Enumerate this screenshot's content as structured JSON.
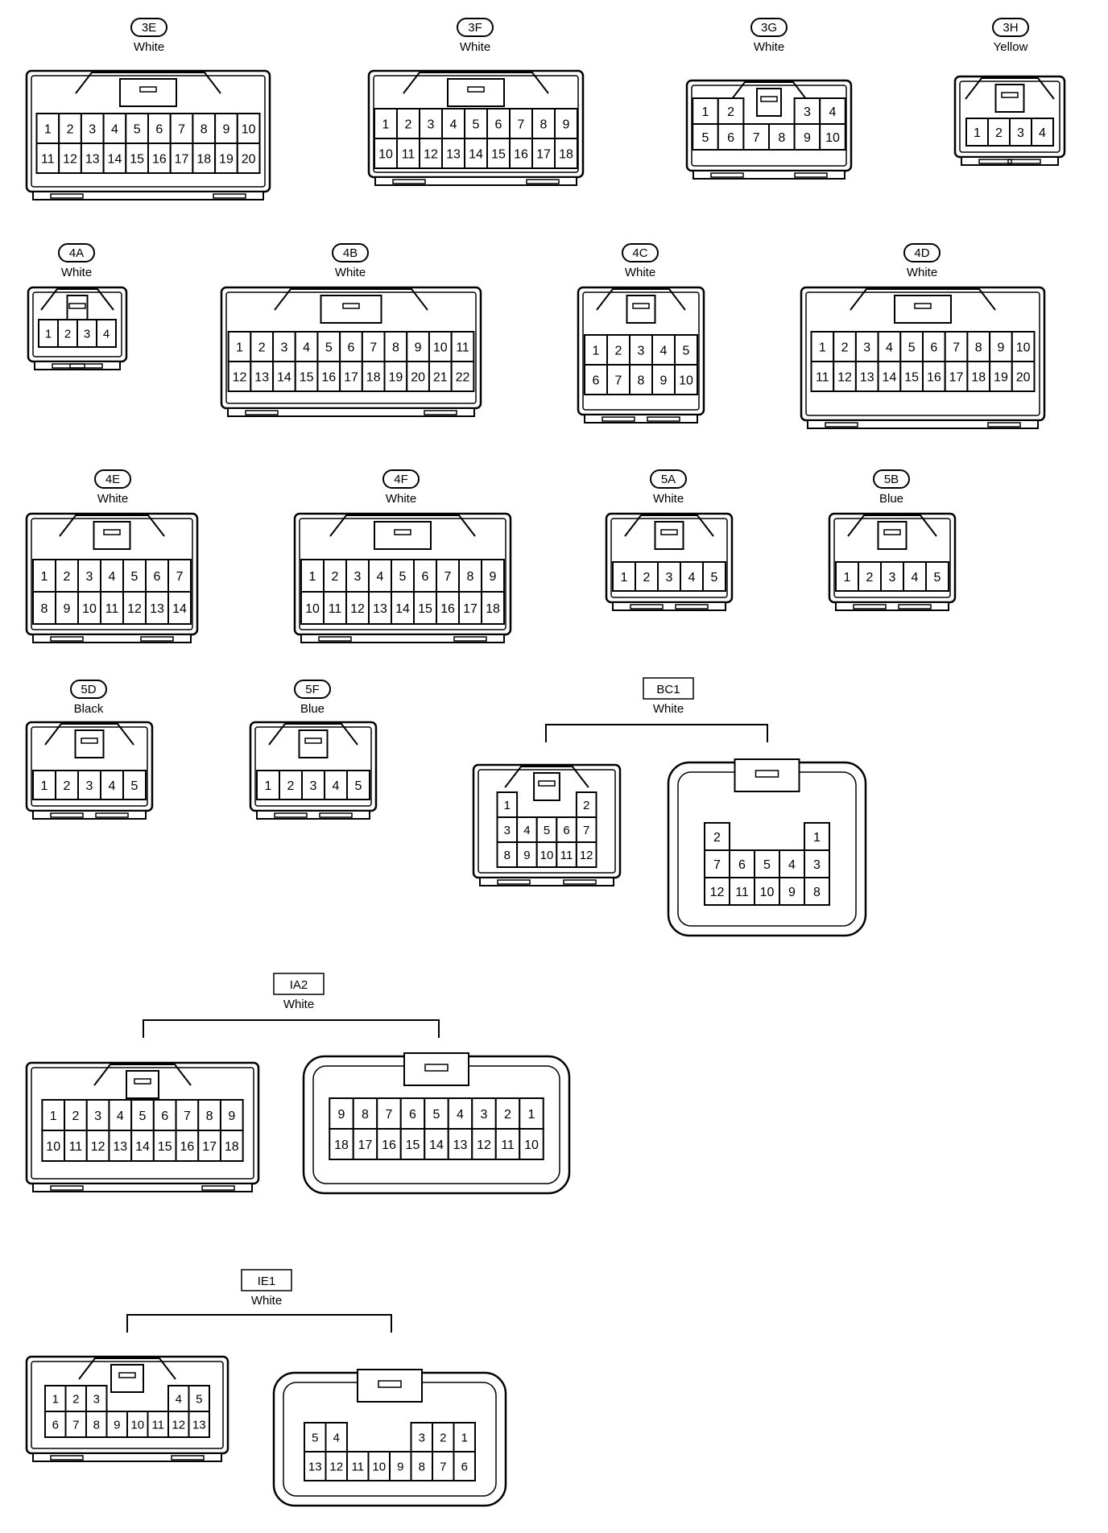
{
  "connectors": [
    {
      "id": "3E",
      "color": "White",
      "rows": [
        [
          "1",
          "2",
          "3",
          "4",
          "5",
          "6",
          "7",
          "8",
          "9",
          "10"
        ],
        [
          "11",
          "12",
          "13",
          "14",
          "15",
          "16",
          "17",
          "18",
          "19",
          "20"
        ]
      ]
    },
    {
      "id": "3F",
      "color": "White",
      "rows": [
        [
          "1",
          "2",
          "3",
          "4",
          "5",
          "6",
          "7",
          "8",
          "9"
        ],
        [
          "10",
          "11",
          "12",
          "13",
          "14",
          "15",
          "16",
          "17",
          "18"
        ]
      ]
    },
    {
      "id": "3G",
      "color": "White",
      "rows": [
        [
          "1",
          "2",
          "",
          "",
          "3",
          "4"
        ],
        [
          "5",
          "6",
          "7",
          "8",
          "9",
          "10"
        ]
      ]
    },
    {
      "id": "3H",
      "color": "Yellow",
      "rows": [
        [
          "1",
          "2",
          "3",
          "4"
        ]
      ]
    },
    {
      "id": "4A",
      "color": "White",
      "rows": [
        [
          "1",
          "2",
          "3",
          "4"
        ]
      ]
    },
    {
      "id": "4B",
      "color": "White",
      "rows": [
        [
          "1",
          "2",
          "3",
          "4",
          "5",
          "6",
          "7",
          "8",
          "9",
          "10",
          "11"
        ],
        [
          "12",
          "13",
          "14",
          "15",
          "16",
          "17",
          "18",
          "19",
          "20",
          "21",
          "22"
        ]
      ]
    },
    {
      "id": "4C",
      "color": "White",
      "rows": [
        [
          "1",
          "2",
          "3",
          "4",
          "5"
        ],
        [
          "6",
          "7",
          "8",
          "9",
          "10"
        ]
      ]
    },
    {
      "id": "4D",
      "color": "White",
      "rows": [
        [
          "1",
          "2",
          "3",
          "4",
          "5",
          "6",
          "7",
          "8",
          "9",
          "10"
        ],
        [
          "11",
          "12",
          "13",
          "14",
          "15",
          "16",
          "17",
          "18",
          "19",
          "20"
        ]
      ]
    },
    {
      "id": "4E",
      "color": "White",
      "rows": [
        [
          "1",
          "2",
          "3",
          "4",
          "5",
          "6",
          "7"
        ],
        [
          "8",
          "9",
          "10",
          "11",
          "12",
          "13",
          "14"
        ]
      ]
    },
    {
      "id": "4F",
      "color": "White",
      "rows": [
        [
          "1",
          "2",
          "3",
          "4",
          "5",
          "6",
          "7",
          "8",
          "9"
        ],
        [
          "10",
          "11",
          "12",
          "13",
          "14",
          "15",
          "16",
          "17",
          "18"
        ]
      ]
    },
    {
      "id": "5A",
      "color": "White",
      "rows": [
        [
          "1",
          "2",
          "3",
          "4",
          "5"
        ]
      ]
    },
    {
      "id": "5B",
      "color": "Blue",
      "rows": [
        [
          "1",
          "2",
          "3",
          "4",
          "5"
        ]
      ]
    },
    {
      "id": "5D",
      "color": "Black",
      "rows": [
        [
          "1",
          "2",
          "3",
          "4",
          "5"
        ]
      ]
    },
    {
      "id": "5F",
      "color": "Blue",
      "rows": [
        [
          "1",
          "2",
          "3",
          "4",
          "5"
        ]
      ]
    }
  ],
  "pairs": [
    {
      "id": "BC1",
      "color": "White",
      "left": {
        "rows": [
          [
            "1",
            "",
            "",
            "",
            "2"
          ],
          [
            "3",
            "4",
            "5",
            "6",
            "7"
          ],
          [
            "8",
            "9",
            "10",
            "11",
            "12"
          ]
        ]
      },
      "right": {
        "rows": [
          [
            "2",
            "",
            "",
            "",
            "1"
          ],
          [
            "7",
            "6",
            "5",
            "4",
            "3"
          ],
          [
            "12",
            "11",
            "10",
            "9",
            "8"
          ]
        ]
      }
    },
    {
      "id": "IA2",
      "color": "White",
      "left": {
        "rows": [
          [
            "1",
            "2",
            "3",
            "4",
            "5",
            "6",
            "7",
            "8",
            "9"
          ],
          [
            "10",
            "11",
            "12",
            "13",
            "14",
            "15",
            "16",
            "17",
            "18"
          ]
        ]
      },
      "right": {
        "rows": [
          [
            "9",
            "8",
            "7",
            "6",
            "5",
            "4",
            "3",
            "2",
            "1"
          ],
          [
            "18",
            "17",
            "16",
            "15",
            "14",
            "13",
            "12",
            "11",
            "10"
          ]
        ]
      }
    },
    {
      "id": "IE1",
      "color": "White",
      "left": {
        "rows": [
          [
            "1",
            "2",
            "3",
            "",
            "",
            "",
            "4",
            "5"
          ],
          [
            "6",
            "7",
            "8",
            "9",
            "10",
            "11",
            "12",
            "13"
          ]
        ]
      },
      "right": {
        "rows": [
          [
            "5",
            "4",
            "",
            "",
            "",
            "3",
            "2",
            "1"
          ],
          [
            "13",
            "12",
            "11",
            "10",
            "9",
            "8",
            "7",
            "6"
          ]
        ]
      }
    }
  ]
}
